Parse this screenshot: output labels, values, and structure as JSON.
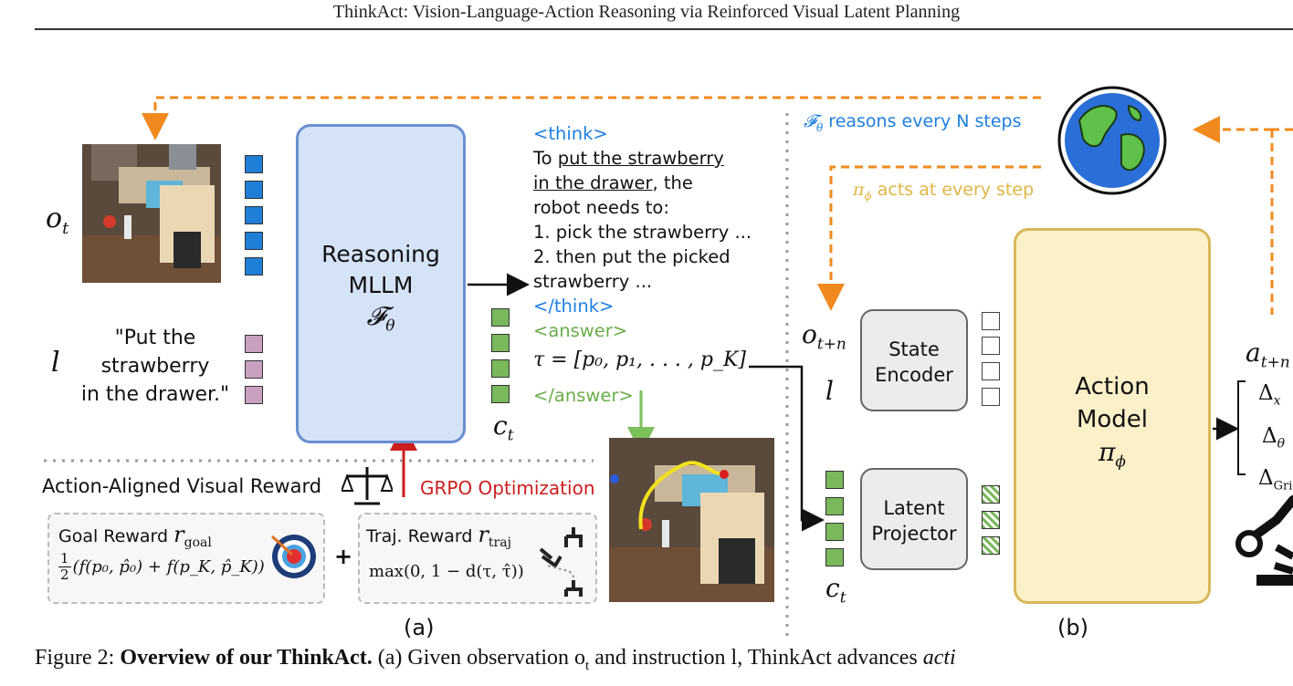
{
  "header": {
    "title": "ThinkAct: Vision-Language-Action Reasoning via Reinforced Visual Latent Planning"
  },
  "panel_a": {
    "obs_symbol": "o",
    "obs_sub": "t",
    "lang_symbol": "l",
    "instruction_lines": [
      "\"Put the",
      "strawberry",
      "in the drawer.\""
    ],
    "mllm_line1": "Reasoning",
    "mllm_line2": "MLLM",
    "mllm_symbol": "𝓕",
    "mllm_sub": "θ",
    "think_open": "<think>",
    "think_l1_pre": "To ",
    "think_l1_u": "put the strawberry",
    "think_l2_u": "in the drawer",
    "think_l2_post": ", the",
    "think_l3": "robot needs to:",
    "think_l4": "1. pick the strawberry ...",
    "think_l5": "2. then put the picked",
    "think_l6": "strawberry ...",
    "think_close": "</think>",
    "answer_open": "<answer>",
    "plan_eq": "τ = [p₀, p₁, . . . , p_K]",
    "answer_close": "</answer>",
    "ct_symbol": "c",
    "ct_sub": "t",
    "reward_title": "Action-Aligned Visual Reward",
    "grpo_label": "GRPO Optimization",
    "goal_reward_label": "Goal Reward",
    "goal_reward_sym": "r",
    "goal_reward_sub": "goal",
    "goal_reward_formula_frac_num": "1",
    "goal_reward_formula_frac_den": "2",
    "goal_reward_formula": "(f(p₀, p̂₀) + f(p_K, p̂_K))",
    "plus": "+",
    "traj_reward_label": "Traj. Reward",
    "traj_reward_sym": "r",
    "traj_reward_sub": "traj",
    "traj_reward_formula": "max(0, 1 − d(τ, τ̂))",
    "label": "(a)"
  },
  "panel_b": {
    "reasons_text_sym": "𝓕",
    "reasons_text_sub": "θ",
    "reasons_text": " reasons every N steps",
    "acts_text_sym": "π",
    "acts_text_sub": "ϕ",
    "acts_text": " acts at every step",
    "obs_symbol": "o",
    "obs_sub": "t+n",
    "lang_symbol": "l",
    "state_encoder_line1": "State",
    "state_encoder_line2": "Encoder",
    "latent_projector_line1": "Latent",
    "latent_projector_line2": "Projector",
    "ct_symbol": "c",
    "ct_sub": "t",
    "action_model_line1": "Action",
    "action_model_line2": "Model",
    "action_model_symbol": "π",
    "action_model_sub": "ϕ",
    "action_symbol": "a",
    "action_sub": "t+n",
    "delta_x": "Δ",
    "delta_x_sub": "x",
    "delta_theta": "Δ",
    "delta_theta_sub": "θ",
    "delta_grip": "Δ",
    "delta_grip_sub": "Gri",
    "label": "(b)"
  },
  "caption": {
    "fig": "Figure 2: ",
    "bold": "Overview of our ThinkAct.",
    "rest": " (a) Given observation o",
    "rest_sub": "t",
    "rest2": " and instruction l, ThinkAct advances ",
    "italic": "acti"
  },
  "colors": {
    "blue": "#1e7fe0",
    "green": "#6aae4a",
    "red": "#cc1e1e",
    "orange": "#f08a1e",
    "yellow": "#e0b544"
  }
}
